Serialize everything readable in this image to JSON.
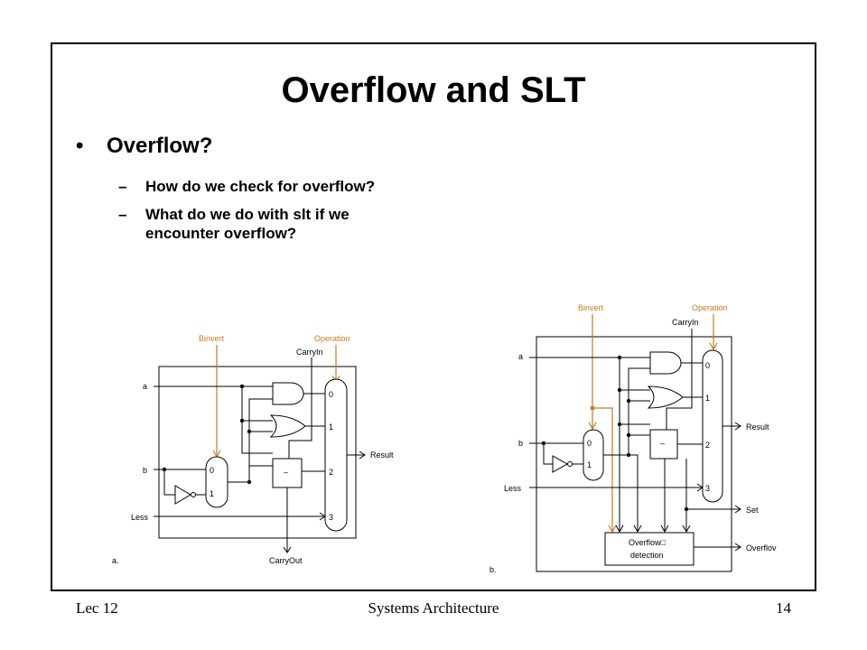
{
  "slide": {
    "title": "Overflow and SLT",
    "bullet": "Overflow?",
    "sub_bullets": [
      "How do we check for overflow?",
      "What do we do with slt if we",
      "encounter overflow?"
    ]
  },
  "footer": {
    "left": "Lec 12",
    "center": "Systems Architecture",
    "right": "14"
  },
  "diagram_a": {
    "binvert": "Binvert",
    "operation": "Operation",
    "carryin": "CarryIn",
    "a": "a",
    "b": "b",
    "less": "Less",
    "result": "Result",
    "carryout": "CarryOut",
    "caption": "a.",
    "mux_in": [
      "0",
      "1"
    ],
    "mux_out": [
      "0",
      "1",
      "2",
      "3"
    ],
    "adder": "–"
  },
  "diagram_b": {
    "binvert": "Binvert",
    "operation": "Operation",
    "carryin": "CarryIn",
    "a": "a",
    "b": "b",
    "less": "Less",
    "result": "Result",
    "set": "Set",
    "overflow": "Overflov",
    "detect_1": "Overflow□",
    "detect_2": "detection",
    "caption": "b.",
    "mux_in": [
      "0",
      "1"
    ],
    "mux_out": [
      "0",
      "1",
      "2",
      "3"
    ],
    "adder": "–"
  },
  "colors": {
    "accent": "#c87a1f",
    "ink": "#000000"
  }
}
